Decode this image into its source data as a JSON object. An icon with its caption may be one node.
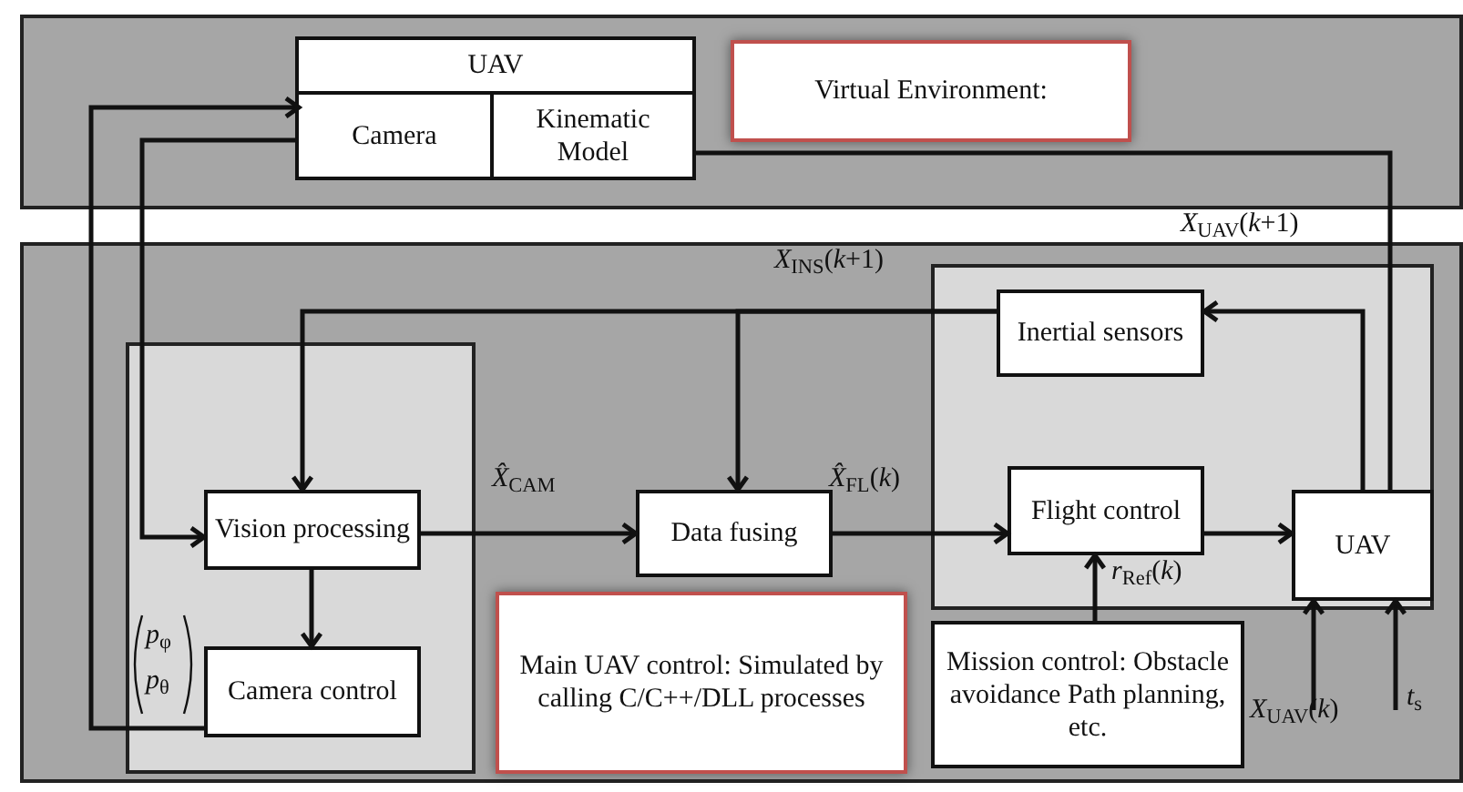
{
  "diagram": {
    "nodes": [
      {
        "text": [],
        "shape": "box"
      },
      {
        "text": [
          "UAV"
        ],
        "in": 0
      },
      {
        "text": [
          "Camera"
        ],
        "in": 1
      },
      {
        "text": [
          "Kinematic Model"
        ],
        "in": 1
      },
      {
        "text": [
          "Virtual Environment:"
        ],
        "in": 0
      },
      {
        "text": [],
        "shape": "box"
      },
      {
        "text": [],
        "shape": "box",
        "in": 5
      },
      {
        "text": [
          "Vision processing"
        ],
        "in": 6
      },
      {
        "text": [
          "Camera control"
        ],
        "in": 6
      },
      {
        "text": [
          "Data fusing"
        ],
        "in": 5
      },
      {
        "text": [
          "Main UAV control: Simulated by calling C/C++/DLL processes"
        ],
        "in": 5
      },
      {
        "text": [],
        "shape": "box",
        "in": 5
      },
      {
        "text": [
          "Inertial sensors"
        ],
        "in": 11
      },
      {
        "text": [
          "Flight control"
        ],
        "in": 11
      },
      {
        "text": [
          "UAV"
        ],
        "in": 11
      },
      {
        "text": [
          "Mission control: Obstacle avoidance Path planning, etc."
        ],
        "in": 5
      }
    ],
    "edges": [
      {
        "from": 8,
        "to": 2,
        "arrow": "to"
      },
      {
        "from": 2,
        "to": 7,
        "arrow": "to"
      },
      {
        "from": 14,
        "to": 3,
        "arrow": "none",
        "label": "*X*$_{UAV}$(*k*+1)"
      },
      {
        "from": 14,
        "to": 12,
        "arrow": "to"
      },
      {
        "from": 12,
        "to": 7,
        "arrow": "to",
        "label": "*X*$_{INS}$(*k*+1)"
      },
      {
        "from": 12,
        "to": 9,
        "arrow": "to"
      },
      {
        "from": 7,
        "to": 9,
        "arrow": "to",
        "label": "*X̂*$_{CAM}$"
      },
      {
        "from": 7,
        "to": 8,
        "arrow": "to"
      },
      {
        "from": 9,
        "to": 13,
        "arrow": "to",
        "label": "*X̂*$_{FL}$(*k*)"
      },
      {
        "from": 13,
        "to": 14,
        "arrow": "to"
      },
      {
        "from": 15,
        "to": 13,
        "arrow": "to",
        "label": "*r*$_{Ref}$(*k*)"
      },
      {
        "from": null,
        "to": 14,
        "arrow": "to",
        "label": "*X*$_{UAV}$(*k*)"
      },
      {
        "from": null,
        "to": 14,
        "arrow": "to",
        "label": "*t*$_{s}$"
      }
    ],
    "labels": [
      "*p*$_{φ}$",
      "*p*$_{θ}$"
    ]
  }
}
